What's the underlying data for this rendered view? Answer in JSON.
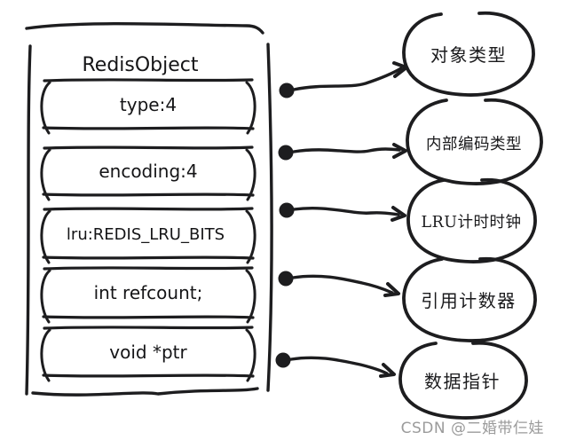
{
  "diagram": {
    "title": "RedisObject",
    "fields": [
      {
        "label": "type:4"
      },
      {
        "label": "encoding:4"
      },
      {
        "label": "lru:REDIS_LRU_BITS"
      },
      {
        "label": "int refcount;"
      },
      {
        "label": "void *ptr"
      }
    ],
    "annotations": [
      {
        "label": "对象类型"
      },
      {
        "label": "内部编码类型"
      },
      {
        "label": "LRU计时时钟"
      },
      {
        "label": "引用计数器"
      },
      {
        "label": "数据指针"
      }
    ]
  },
  "watermark": {
    "text": "CSDN @二婚带仨娃"
  },
  "colors": {
    "ink": "#1d1d1f",
    "watermark": "#9b9b9b",
    "background": "#ffffff"
  }
}
